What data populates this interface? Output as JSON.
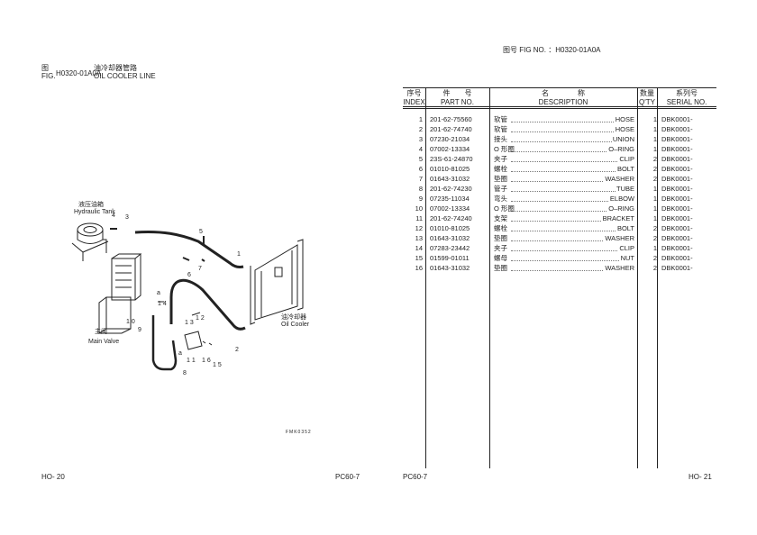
{
  "left_page": {
    "fig_label_cn": "图",
    "fig_label_en": "FIG.",
    "fig_no": "H0320-01A0A",
    "title_cn": "油冷却器管路",
    "title_en": "OIL COOLER LINE",
    "diagram": {
      "hydraulic_tank_cn": "液压油箱",
      "hydraulic_tank_en": "Hydraulic Tank",
      "main_valve_cn": "主阀",
      "main_valve_en": "Main Valve",
      "oil_cooler_cn": "油冷却器",
      "oil_cooler_en": "Oil Cooler",
      "callouts": [
        "1",
        "2",
        "3",
        "4",
        "5",
        "6",
        "7",
        "8",
        "9",
        "1 0",
        "1 1",
        "1 2",
        "1 3",
        "1 4",
        "1 5",
        "1 6"
      ],
      "ref_a": "a",
      "drawing_code": "FMK0352"
    },
    "page_no": "HO- 20",
    "model": "PC60-7"
  },
  "right_page": {
    "fig_no_label": "图号 FIG NO.  ：H0320-01A0A",
    "headers": {
      "index_cn": "序号",
      "index_en": "INDEX",
      "part_cn": "件　　号",
      "part_en": "PART NO.",
      "desc_cn": "名　　　　称",
      "desc_en": "DESCRIPTION",
      "qty_cn": "数量",
      "qty_en": "Q'TY",
      "serial_cn": "系列号",
      "serial_en": "SERIAL NO."
    },
    "rows": [
      {
        "index": "1",
        "part": "201-62-75560",
        "cn": "软管",
        "en": "HOSE",
        "qty": "1",
        "serial": "DBK0001-"
      },
      {
        "index": "2",
        "part": "201-62-74740",
        "cn": "软管",
        "en": "HOSE",
        "qty": "1",
        "serial": "DBK0001-"
      },
      {
        "index": "3",
        "part": "07230-21034",
        "cn": "接头",
        "en": "UNION",
        "qty": "1",
        "serial": "DBK0001-"
      },
      {
        "index": "4",
        "part": "07002-13334",
        "cn": "O 形圈",
        "en": "O–RING",
        "qty": "1",
        "serial": "DBK0001-"
      },
      {
        "index": "5",
        "part": "23S-61-24870",
        "cn": "夹子",
        "en": "CLIP",
        "qty": "2",
        "serial": "DBK0001-"
      },
      {
        "index": "6",
        "part": "01010-81025",
        "cn": "螺栓",
        "en": "BOLT",
        "qty": "2",
        "serial": "DBK0001-"
      },
      {
        "index": "7",
        "part": "01643-31032",
        "cn": "垫圈",
        "en": "WASHER",
        "qty": "2",
        "serial": "DBK0001-"
      },
      {
        "index": "8",
        "part": "201-62-74230",
        "cn": "管子",
        "en": "TUBE",
        "qty": "1",
        "serial": "DBK0001-"
      },
      {
        "index": "9",
        "part": "07235-11034",
        "cn": "弯头",
        "en": "ELBOW",
        "qty": "1",
        "serial": "DBK0001-"
      },
      {
        "index": "10",
        "part": "07002-13334",
        "cn": "O 形圈",
        "en": "O–RING",
        "qty": "1",
        "serial": "DBK0001-"
      },
      {
        "index": "11",
        "part": "201-62-74240",
        "cn": "支架",
        "en": "BRACKET",
        "qty": "1",
        "serial": "DBK0001-"
      },
      {
        "index": "12",
        "part": "01010-81025",
        "cn": "螺栓",
        "en": "BOLT",
        "qty": "2",
        "serial": "DBK0001-"
      },
      {
        "index": "13",
        "part": "01643-31032",
        "cn": "垫圈",
        "en": "WASHER",
        "qty": "2",
        "serial": "DBK0001-"
      },
      {
        "index": "14",
        "part": "07283-23442",
        "cn": "夹子",
        "en": "CLIP",
        "qty": "1",
        "serial": "DBK0001-"
      },
      {
        "index": "15",
        "part": "01599-01011",
        "cn": "螺母",
        "en": "NUT",
        "qty": "2",
        "serial": "DBK0001-"
      },
      {
        "index": "16",
        "part": "01643-31032",
        "cn": "垫圈",
        "en": "WASHER",
        "qty": "2",
        "serial": "DBK0001-"
      }
    ],
    "model": "PC60-7",
    "page_no": "HO- 21"
  }
}
